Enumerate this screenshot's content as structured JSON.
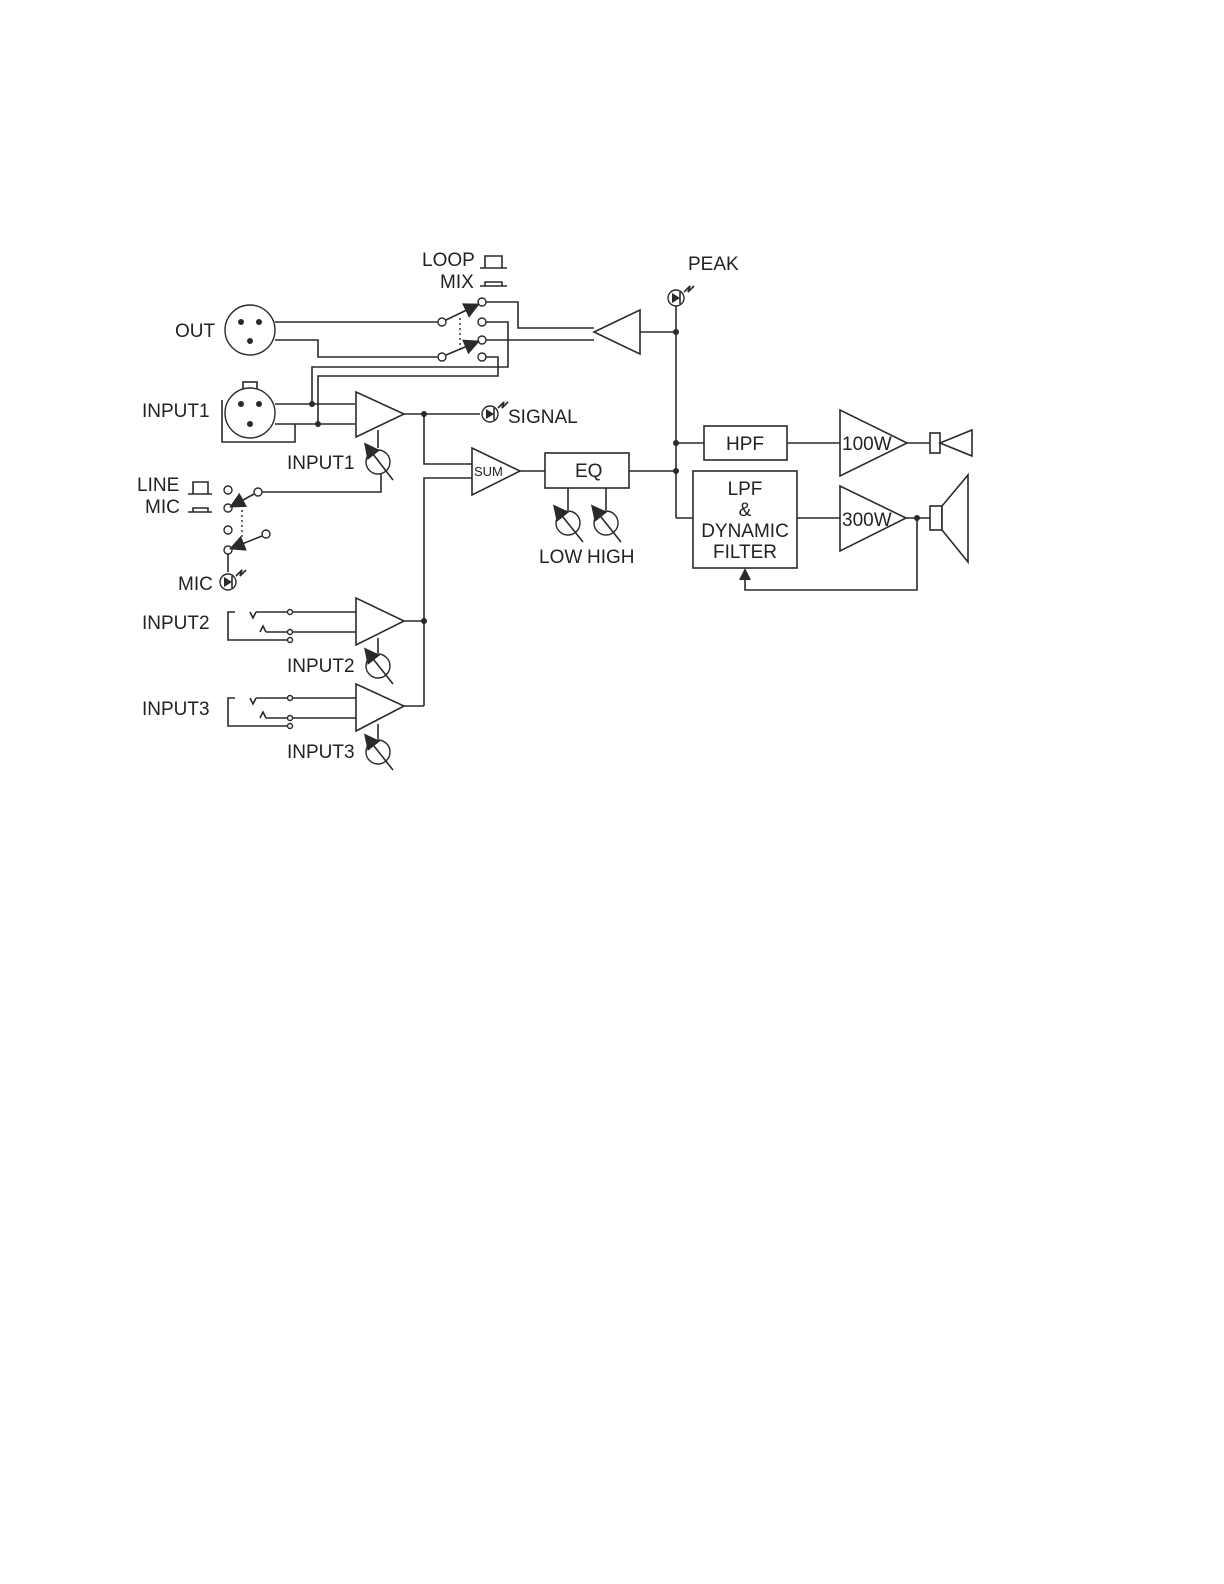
{
  "labels": {
    "loop": "LOOP",
    "mix": "MIX",
    "peak": "PEAK",
    "out": "OUT",
    "input1_jack": "INPUT1",
    "signal": "SIGNAL",
    "input1_pot": "INPUT1",
    "sum": "SUM",
    "eq": "EQ",
    "hpf": "HPF",
    "amp_100w": "100W",
    "lpf_line1": "LPF",
    "lpf_line2": "&",
    "lpf_line3": "DYNAMIC",
    "lpf_line4": "FILTER",
    "amp_300w": "300W",
    "line": "LINE",
    "mic_switch": "MIC",
    "low": "LOW",
    "high": "HIGH",
    "mic_led": "MIC",
    "input2_jack": "INPUT2",
    "input2_pot": "INPUT2",
    "input3_jack": "INPUT3",
    "input3_pot": "INPUT3"
  },
  "colors": {
    "line": "#2a2a2a",
    "text": "#222222",
    "background": "#ffffff"
  }
}
